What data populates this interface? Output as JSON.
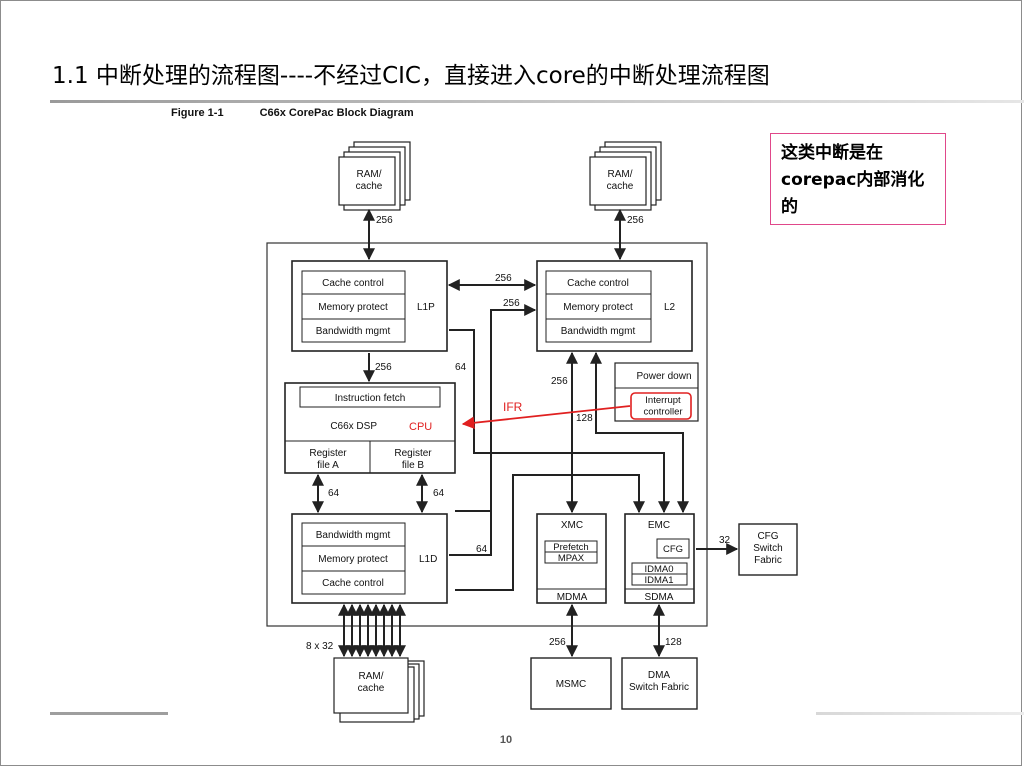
{
  "slide": {
    "title": "1.1 中断处理的流程图----不经过CIC，直接进入core的中断处理流程图",
    "figure_number": "Figure 1-1",
    "figure_title": "C66x CorePac Block Diagram",
    "note": "这类中断是在corepac内部消化的",
    "page_number": "10"
  },
  "colors": {
    "note_border": "#e0488a",
    "annotation_red": "#e02020",
    "diagram_line": "#222222"
  },
  "diagram": {
    "ram_top_left": "RAM/\ncache",
    "ram_top_right": "RAM/\ncache",
    "ram_bottom": "RAM/\ncache",
    "l1p": {
      "label": "L1P",
      "rows": [
        "Cache control",
        "Memory protect",
        "Bandwidth mgmt"
      ]
    },
    "l2": {
      "label": "L2",
      "rows": [
        "Cache control",
        "Memory protect",
        "Bandwidth mgmt"
      ]
    },
    "power_down": "Power down",
    "interrupt_controller": "Interrupt\ncontroller",
    "dsp": {
      "fetch": "Instruction fetch",
      "name": "C66x DSP",
      "cpu_note": "CPU",
      "reg_a": "Register\nfile A",
      "reg_b": "Register\nfile B"
    },
    "ifr_note": "IFR",
    "l1d": {
      "label": "L1D",
      "rows": [
        "Bandwidth mgmt",
        "Memory protect",
        "Cache control"
      ]
    },
    "xmc": {
      "title": "XMC",
      "prefetch": "Prefetch",
      "mpax": "MPAX",
      "mdma": "MDMA"
    },
    "emc": {
      "title": "EMC",
      "cfg": "CFG",
      "idma0": "IDMA0",
      "idma1": "IDMA1",
      "sdma": "SDMA"
    },
    "cfg_switch": "CFG\nSwitch\nFabric",
    "msmc": "MSMC",
    "dma_switch": "DMA\nSwitch Fabric",
    "bus_labels": {
      "ram_l1p": "256",
      "ram_l2": "256",
      "l1p_l2_a": "256",
      "l1p_l2_b": "256",
      "l1p_dsp": "256",
      "l1p_l1d": "64",
      "l2_xmc": "256",
      "l2_emc": "128",
      "dsp_l1d_a": "64",
      "dsp_l1d_b": "64",
      "l1d_l2": "64",
      "emc_cfg": "32",
      "xmc_msmc": "256",
      "emc_dma": "128",
      "ram_l1d": "8 x 32"
    }
  }
}
